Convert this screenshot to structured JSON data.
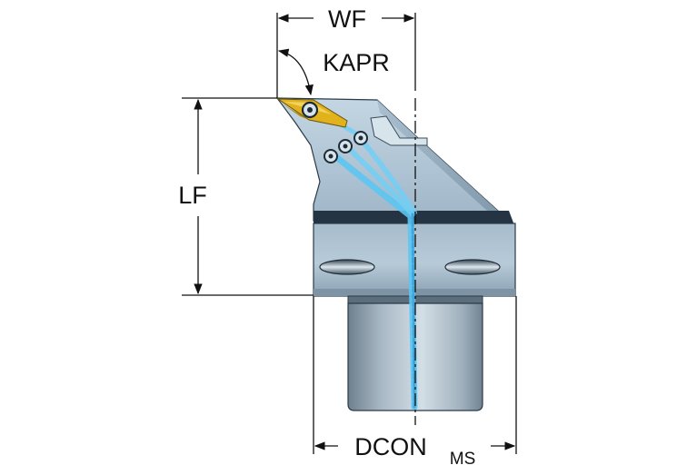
{
  "dimensions": {
    "wf": "WF",
    "kapr": "KAPR",
    "lf": "LF",
    "dcon": "DCON",
    "dcon_sub": "MS"
  },
  "colors": {
    "body_top": "#b9cedd",
    "body_mid": "#9fb7c9",
    "body_dark": "#6f8596",
    "shank_light": "#c9d6e0",
    "shank_dark": "#7d8e9c",
    "coolant": "#5cc5f2",
    "insert": "#e2b21c",
    "line": "#111111"
  }
}
